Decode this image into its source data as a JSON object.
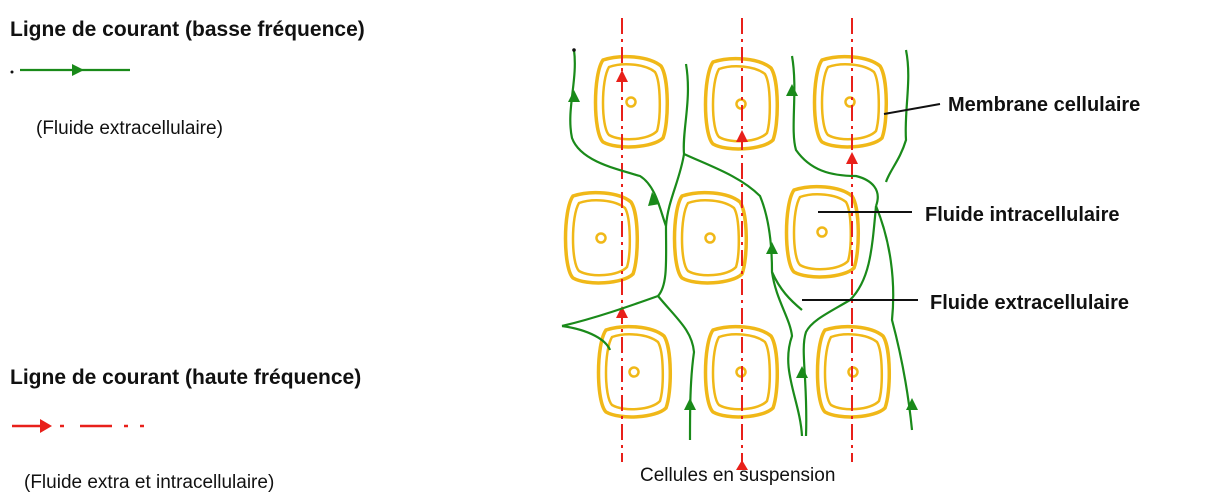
{
  "legend": {
    "low_freq": {
      "title": "Ligne de courant (basse fréquence)",
      "note": "(Fluide extracellulaire)",
      "color": "#1a8a1a"
    },
    "high_freq": {
      "title": "Ligne de courant (haute fréquence)",
      "note": "(Fluide extra et intracellulaire)",
      "color": "#e8201a"
    }
  },
  "labels": {
    "membrane": "Membrane cellulaire",
    "intracellular": "Fluide intracellulaire",
    "extracellular": "Fluide extracellulaire",
    "caption": "Cellules en suspension"
  },
  "colors": {
    "cell": "#f0b818",
    "nucleus": "#f0b818",
    "low_freq_line": "#1a8a1a",
    "high_freq_line": "#e8201a",
    "leader": "#111111"
  },
  "grid": {
    "rows": 3,
    "cols": 3
  }
}
